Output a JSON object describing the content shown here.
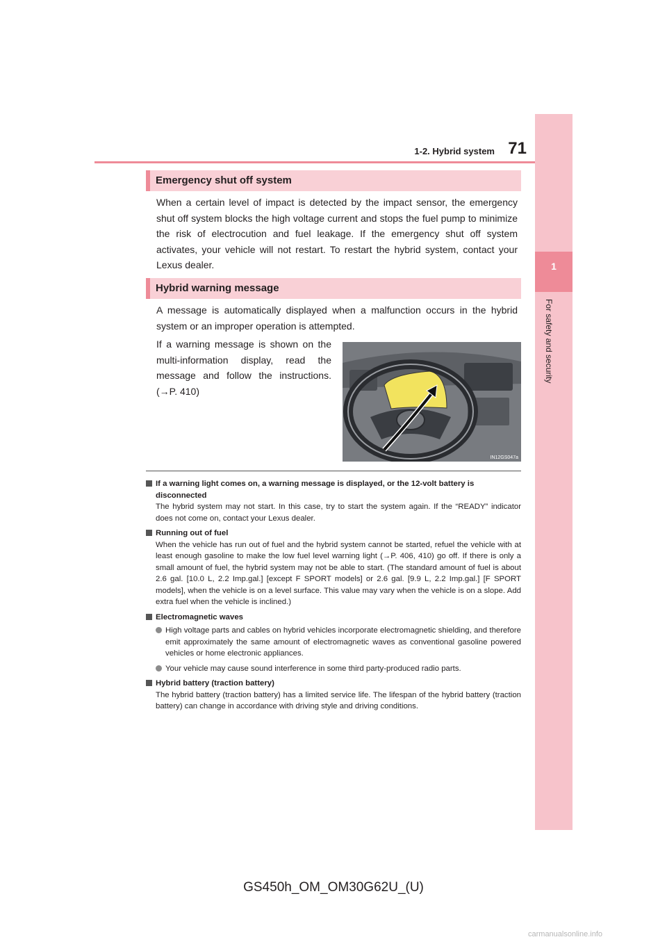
{
  "header": {
    "section": "1-2. Hybrid system",
    "page_number": "71"
  },
  "side_tab": {
    "number": "1",
    "label": "For safety and security"
  },
  "sections": [
    {
      "title": "Emergency shut off system",
      "paragraphs": [
        "When a certain level of impact is detected by the impact sensor, the emergency shut off system blocks the high voltage current and stops the fuel pump to minimize the risk of electrocution and fuel leakage. If the emergency shut off system activates, your vehicle will not restart. To restart the hybrid system, contact your Lexus dealer."
      ]
    },
    {
      "title": "Hybrid warning message",
      "paragraphs": [
        "A message is automatically displayed when a malfunction occurs in the hybrid system or an improper operation is attempted.",
        "If a warning message is shown on the multi-information display, read the message and follow the instructions. (→P. 410)"
      ]
    }
  ],
  "figure": {
    "code": "IN12GS047a"
  },
  "notes": [
    {
      "heading": "If a warning light comes on, a warning message is displayed, or the 12-volt battery is disconnected",
      "body": "The hybrid system may not start. In this case, try to start the system again. If the “READY” indicator does not come on, contact your Lexus dealer."
    },
    {
      "heading": "Running out of fuel",
      "body": "When the vehicle has run out of fuel and the hybrid system cannot be started, refuel the vehicle with at least enough gasoline to make the low fuel level warning light (→P. 406, 410) go off. If there is only a small amount of fuel, the hybrid system may not be able to start. (The standard amount of fuel is about 2.6 gal. [10.0 L, 2.2 Imp.gal.] [except F SPORT models] or 2.6 gal. [9.9 L, 2.2 Imp.gal.] [F SPORT models], when the vehicle is on a level surface. This value may vary when the vehicle is on a slope. Add extra fuel when the vehicle is inclined.)"
    },
    {
      "heading": "Electromagnetic waves",
      "bullets": [
        "High voltage parts and cables on hybrid vehicles incorporate electromagnetic shielding, and therefore emit approximately the same amount of electromagnetic waves as conventional gasoline powered vehicles or home electronic appliances.",
        "Your vehicle may cause sound interference in some third party-produced radio parts."
      ]
    },
    {
      "heading": "Hybrid battery (traction battery)",
      "body": "The hybrid battery (traction battery) has a limited service life. The lifespan of the hybrid battery (traction battery) can change in accordance with driving style and driving conditions."
    }
  ],
  "footer": {
    "doc_id": "GS450h_OM_OM30G62U_(U)"
  },
  "watermark": "carmanualsonline.info",
  "colors": {
    "accent": "#ee8b98",
    "tab_light": "#f7c3cb",
    "section_bar": "#f9d0d6",
    "display_highlight": "#f2e35e"
  }
}
